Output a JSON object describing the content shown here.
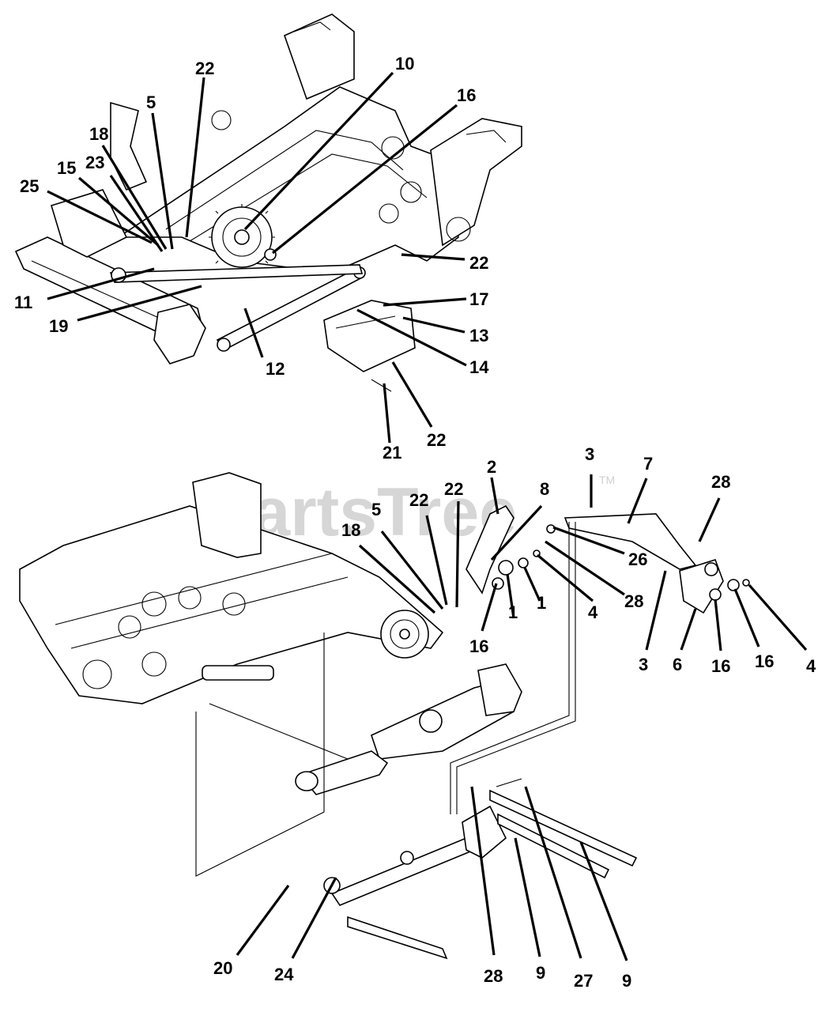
{
  "watermark": {
    "text": "PartsTree",
    "tm": "TM"
  },
  "callouts": [
    {
      "id": "c10a",
      "text": "10"
    },
    {
      "id": "c22a",
      "text": "22"
    },
    {
      "id": "c16a",
      "text": "16"
    },
    {
      "id": "c5a",
      "text": "5"
    },
    {
      "id": "c18a",
      "text": "18"
    },
    {
      "id": "c15a",
      "text": "15"
    },
    {
      "id": "c23a",
      "text": "23"
    },
    {
      "id": "c25a",
      "text": "25"
    },
    {
      "id": "c11a",
      "text": "11"
    },
    {
      "id": "c19a",
      "text": "19"
    },
    {
      "id": "c12a",
      "text": "12"
    },
    {
      "id": "c22b",
      "text": "22"
    },
    {
      "id": "c17a",
      "text": "17"
    },
    {
      "id": "c13a",
      "text": "13"
    },
    {
      "id": "c14a",
      "text": "14"
    },
    {
      "id": "c21a",
      "text": "21"
    },
    {
      "id": "c22c",
      "text": "22"
    },
    {
      "id": "c3a",
      "text": "3"
    },
    {
      "id": "c7a",
      "text": "7"
    },
    {
      "id": "c2a",
      "text": "2"
    },
    {
      "id": "c28a",
      "text": "28"
    },
    {
      "id": "c22d",
      "text": "22"
    },
    {
      "id": "c22e",
      "text": "22"
    },
    {
      "id": "c8a",
      "text": "8"
    },
    {
      "id": "c5b",
      "text": "5"
    },
    {
      "id": "c18b",
      "text": "18"
    },
    {
      "id": "c26a",
      "text": "26"
    },
    {
      "id": "c28b",
      "text": "28"
    },
    {
      "id": "c4a",
      "text": "4"
    },
    {
      "id": "c1a",
      "text": "1"
    },
    {
      "id": "c1b",
      "text": "1"
    },
    {
      "id": "c16b",
      "text": "16"
    },
    {
      "id": "c3b",
      "text": "3"
    },
    {
      "id": "c6a",
      "text": "6"
    },
    {
      "id": "c16c",
      "text": "16"
    },
    {
      "id": "c16d",
      "text": "16"
    },
    {
      "id": "c4b",
      "text": "4"
    },
    {
      "id": "c20a",
      "text": "20"
    },
    {
      "id": "c24a",
      "text": "24"
    },
    {
      "id": "c28c",
      "text": "28"
    },
    {
      "id": "c9a",
      "text": "9"
    },
    {
      "id": "c27a",
      "text": "27"
    },
    {
      "id": "c9b",
      "text": "9"
    }
  ]
}
